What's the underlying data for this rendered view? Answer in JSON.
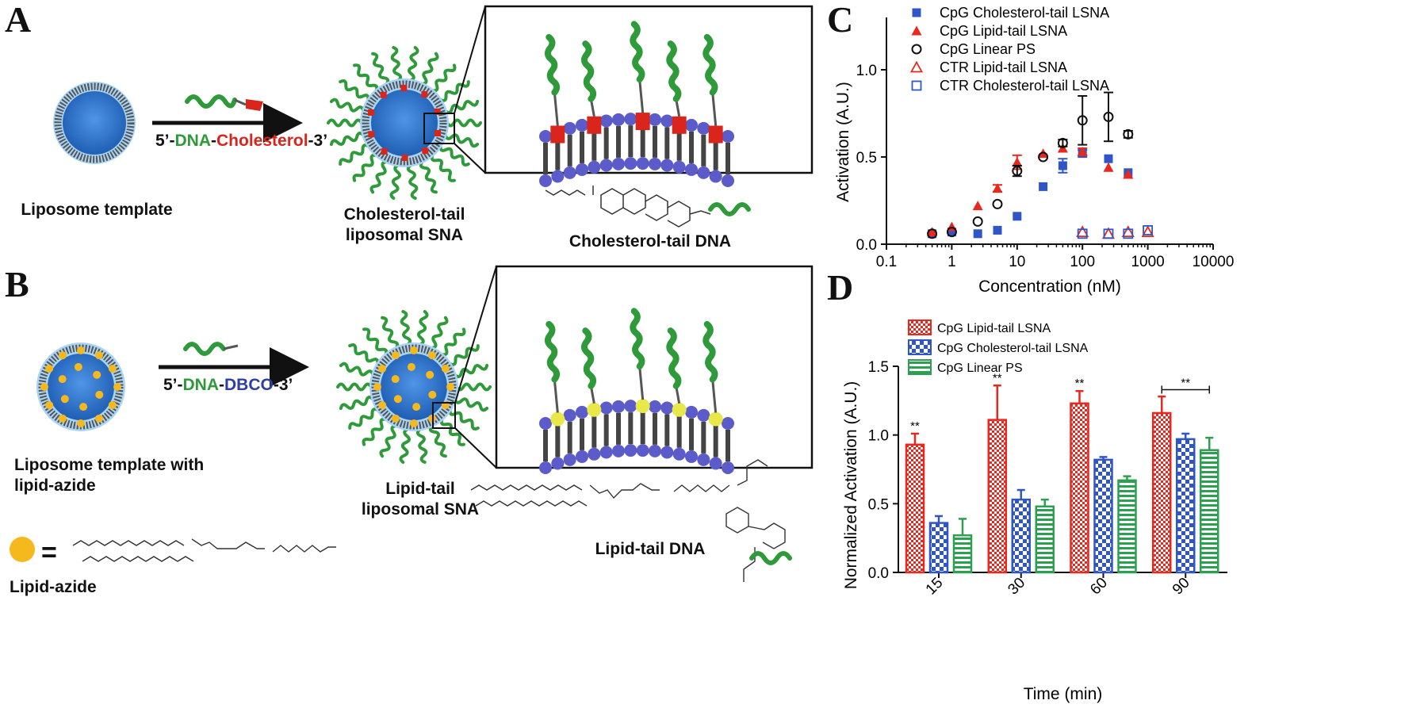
{
  "panels": {
    "A": {
      "letter": "A",
      "template_label": "Liposome template",
      "sequence": {
        "p5": "5’-",
        "dna": "DNA",
        "dash1": "-",
        "mod": "Cholesterol",
        "p3": "-3’"
      },
      "sna_label_line1": "Cholesterol-tail",
      "sna_label_line2": "liposomal SNA",
      "dna_label": "Cholesterol-tail DNA"
    },
    "B": {
      "letter": "B",
      "template_label_line1": "Liposome template with",
      "template_label_line2": "lipid-azide",
      "sequence": {
        "p5": "5’-",
        "dna": "DNA",
        "dash1": "-",
        "mod": "DBCO",
        "p3": "-3’"
      },
      "sna_label_line1": "Lipid-tail",
      "sna_label_line2": "liposomal SNA",
      "dna_label": "Lipid-tail DNA",
      "equals": "=",
      "azide_label": "Lipid-azide"
    },
    "C": {
      "letter": "C"
    },
    "D": {
      "letter": "D"
    }
  },
  "colors": {
    "dna_green": "#2e9a3a",
    "cholesterol_red": "#d9251c",
    "dbco_blue": "#2f3f9e",
    "liposome_blue": "#3d7fd6",
    "headgroup_purple": "#5b5bc9",
    "azide_yellow": "#f5b91e",
    "series_red": "#e8281e",
    "series_blue": "#2f55c7",
    "series_green": "#2ca050"
  },
  "chart_data": [
    {
      "type": "scatter",
      "panel": "C",
      "xlabel": "Concentration (nM)",
      "ylabel": "Activation (A.U.)",
      "xscale": "log",
      "xlim": [
        0.1,
        10000
      ],
      "ylim": [
        0,
        1.3
      ],
      "xticks": [
        "0.1",
        "1",
        "10",
        "100",
        "1000",
        "10000"
      ],
      "yticks": [
        "0.0",
        "0.5",
        "1.0"
      ],
      "legend_position": "top-left",
      "series": [
        {
          "name": "CpG Cholesterol-tail LSNA",
          "marker": "filled-square",
          "color": "#2f55c7",
          "x": [
            0.5,
            1,
            2.5,
            5,
            10,
            25,
            50,
            100,
            250,
            500
          ],
          "y": [
            0.06,
            0.07,
            0.06,
            0.08,
            0.16,
            0.33,
            0.45,
            0.52,
            0.49,
            0.41
          ],
          "err": [
            0,
            0,
            0,
            0,
            0,
            0,
            0.04,
            0.02,
            0,
            0
          ]
        },
        {
          "name": "CpG Lipid-tail LSNA",
          "marker": "filled-triangle",
          "color": "#e8281e",
          "x": [
            0.5,
            1,
            2.5,
            5,
            10,
            25,
            50,
            100,
            250,
            500
          ],
          "y": [
            0.07,
            0.1,
            0.22,
            0.32,
            0.47,
            0.52,
            0.55,
            0.53,
            0.44,
            0.4
          ],
          "err": [
            0,
            0,
            0,
            0.02,
            0.04,
            0,
            0,
            0.02,
            0,
            0
          ]
        },
        {
          "name": "CpG Linear PS",
          "marker": "open-circle",
          "color": "#111111",
          "x": [
            0.5,
            1,
            2.5,
            5,
            10,
            25,
            50,
            100,
            250,
            500
          ],
          "y": [
            0.06,
            0.07,
            0.13,
            0.23,
            0.42,
            0.5,
            0.58,
            0.71,
            0.73,
            0.63
          ],
          "err": [
            0,
            0,
            0,
            0,
            0.03,
            0,
            0.02,
            0.14,
            0.14,
            0.02
          ]
        },
        {
          "name": "CTR Lipid-tail LSNA",
          "marker": "open-triangle",
          "color": "#e8281e",
          "x": [
            100,
            250,
            500,
            1000
          ],
          "y": [
            0.07,
            0.06,
            0.07,
            0.07
          ],
          "err": [
            0,
            0,
            0,
            0
          ]
        },
        {
          "name": "CTR Cholesterol-tail LSNA",
          "marker": "open-square",
          "color": "#2f55c7",
          "x": [
            100,
            250,
            500,
            1000
          ],
          "y": [
            0.06,
            0.06,
            0.06,
            0.08
          ],
          "err": [
            0,
            0,
            0,
            0
          ]
        }
      ]
    },
    {
      "type": "bar",
      "panel": "D",
      "xlabel": "Time (min)",
      "ylabel": "Normalized Activation (A.U.)",
      "ylim": [
        0,
        1.5
      ],
      "yticks": [
        "0.0",
        "0.5",
        "1.0",
        "1.5"
      ],
      "categories": [
        "15",
        "30",
        "60",
        "90"
      ],
      "legend_position": "top-left",
      "series": [
        {
          "name": "CpG Lipid-tail LSNA",
          "pattern": "check",
          "color": "#e8281e",
          "values": [
            0.93,
            1.11,
            1.23,
            1.16
          ],
          "err": [
            0.08,
            0.25,
            0.09,
            0.12
          ]
        },
        {
          "name": "CpG Cholesterol-tail LSNA",
          "pattern": "check-large",
          "color": "#2f55c7",
          "values": [
            0.36,
            0.53,
            0.82,
            0.97
          ],
          "err": [
            0.05,
            0.07,
            0.02,
            0.04
          ]
        },
        {
          "name": "CpG Linear PS",
          "pattern": "hstripe",
          "color": "#2ca050",
          "values": [
            0.27,
            0.48,
            0.67,
            0.89
          ],
          "err": [
            0.12,
            0.05,
            0.03,
            0.09
          ]
        }
      ],
      "annotations": [
        {
          "category": "15",
          "text": "**"
        },
        {
          "category": "30",
          "text": "**"
        },
        {
          "category": "60",
          "text": "**"
        },
        {
          "category": "90",
          "text": "**",
          "bracket": true
        }
      ]
    }
  ]
}
